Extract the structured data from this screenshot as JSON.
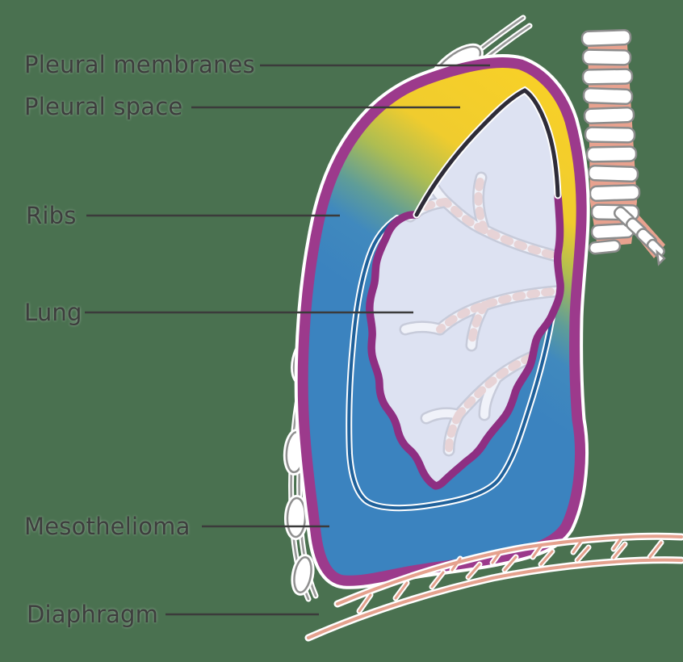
{
  "labels": [
    {
      "text": "Pleural membranes"
    },
    {
      "text": "Pleural space"
    },
    {
      "text": "Ribs"
    },
    {
      "text": "Lung"
    },
    {
      "text": "Mesothelioma"
    },
    {
      "text": "Diaphragm"
    }
  ],
  "colors": {
    "background_green": "#4a7150",
    "pleural_membrane_purple": "#9c3a8c",
    "pleural_space_yellow": "#f7d028",
    "mesothelioma_blue": "#3b83bf",
    "visceral_line_navy": "#1f619b",
    "lung_fill_lavender": "#dde2f2",
    "lung_outline_purple": "#8e2f82",
    "apex_outline_dark": "#2e2c38",
    "diaphragm_pink": "#e5a18e",
    "cartilage_salmon": "#e8a28f",
    "bone_white": "#ffffff",
    "outline_gray": "#8f8f8f",
    "label_text": "#3d3d3d"
  }
}
